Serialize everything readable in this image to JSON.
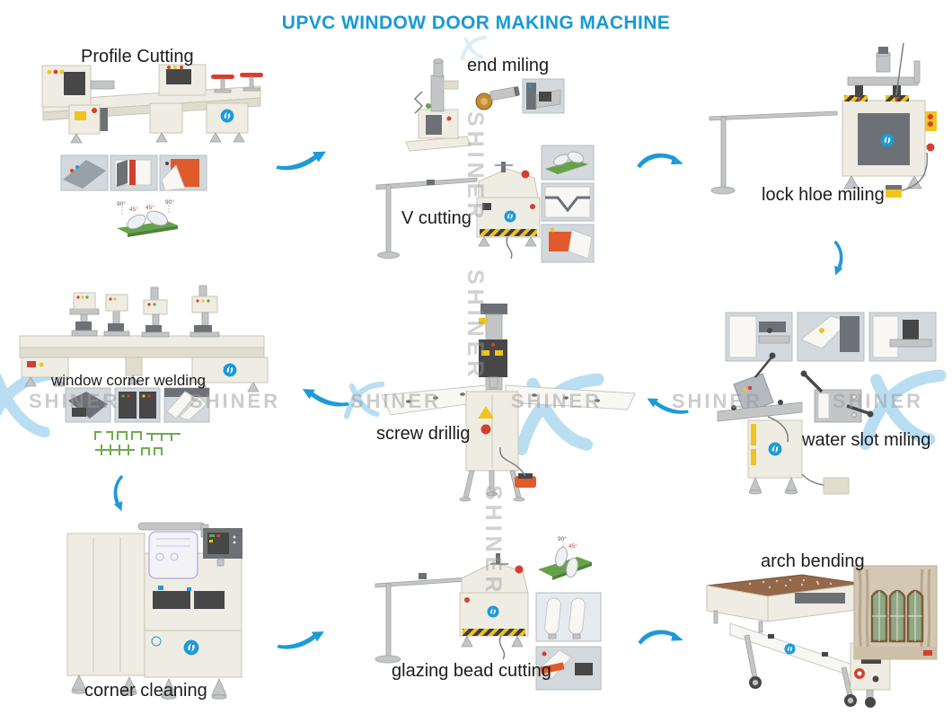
{
  "title": "UPVC WINDOW DOOR MAKING MACHINE",
  "watermark": {
    "text": "SHINER"
  },
  "stations": [
    {
      "id": "profile-cutting",
      "label": "Profile Cutting"
    },
    {
      "id": "end-milling",
      "label": "end miling"
    },
    {
      "id": "v-cutting",
      "label": "V cutting"
    },
    {
      "id": "lock-hole-milling",
      "label": "lock hloe miling"
    },
    {
      "id": "window-corner-welding",
      "label": "window corner welding"
    },
    {
      "id": "screw-drilling",
      "label": "screw drillig"
    },
    {
      "id": "water-slot-milling",
      "label": "water slot miling"
    },
    {
      "id": "corner-cleaning",
      "label": "corner cleaning"
    },
    {
      "id": "glazing-bead-cutting",
      "label": "glazing bead cutting"
    },
    {
      "id": "arch-bending",
      "label": "arch bending"
    }
  ],
  "annotations": {
    "deg90": "90°",
    "deg45": "45°"
  },
  "colors": {
    "accent_blue": "#1d9ad8",
    "label": "#1c1c1c",
    "profile_green": "#67a24b"
  }
}
